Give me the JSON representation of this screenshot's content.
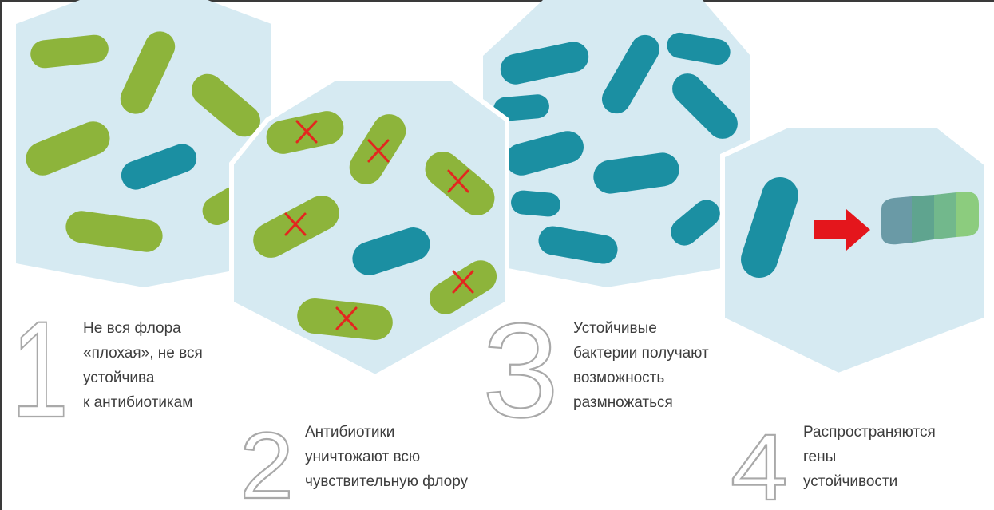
{
  "steps": [
    {
      "number": "1",
      "caption": "Не вся флора\n«плохая», не вся\nустойчива\nк антибиотикам"
    },
    {
      "number": "2",
      "caption": "Антибиотики\nуничтожают всю\nчувствительную флору"
    },
    {
      "number": "3",
      "caption": "Устойчивые\nбактерии получают\nвозможность\nразмножаться"
    },
    {
      "number": "4",
      "caption": "Распространяются\nгены\nустойчивости"
    }
  ],
  "colors": {
    "hexagon": "#d6eaf2",
    "sensitive_bacteria": "#8db43b",
    "resistant_bacteria": "#1b8fa2",
    "cross_mark": "#e3271f",
    "arrow": "#e4161c",
    "gene_segments": [
      "#6a9aa6",
      "#5fa48f",
      "#72b88c",
      "#8ccc7e"
    ]
  }
}
